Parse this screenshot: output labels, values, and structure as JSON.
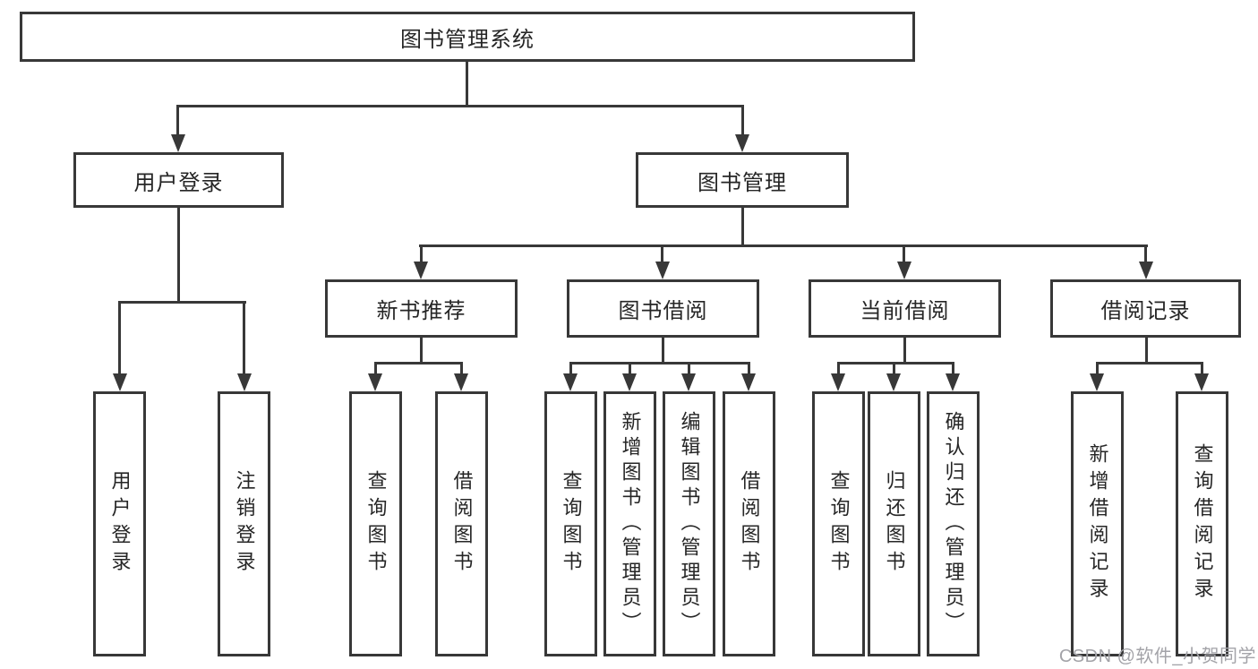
{
  "page": {
    "background": "#ffffff"
  },
  "colors": {
    "line": "#383838",
    "box_border": "#383838",
    "box_fill": "#ffffff",
    "label_text": "#262626",
    "watermark_text": "#a3a3a8"
  },
  "tree": {
    "root": {
      "label": "图书管理系统"
    },
    "level2": [
      {
        "label": "用户登录",
        "children": [
          {
            "label": "用户登录"
          },
          {
            "label": "注销登录"
          }
        ]
      },
      {
        "label": "图书管理",
        "groups": [
          {
            "label": "新书推荐",
            "children": [
              {
                "label": "查询图书"
              },
              {
                "label": "借阅图书"
              }
            ]
          },
          {
            "label": "图书借阅",
            "children": [
              {
                "label": "查询图书"
              },
              {
                "label": "新增图书（管理员）"
              },
              {
                "label": "编辑图书（管理员）"
              },
              {
                "label": "借阅图书"
              }
            ]
          },
          {
            "label": "当前借阅",
            "children": [
              {
                "label": "查询图书"
              },
              {
                "label": "归还图书"
              },
              {
                "label": "确认归还（管理员）"
              }
            ]
          },
          {
            "label": "借阅记录",
            "children": [
              {
                "label": "新增借阅记录"
              },
              {
                "label": "查询借阅记录"
              }
            ]
          }
        ]
      }
    ]
  },
  "watermark": {
    "text": "CSDN @软件_小贺同学"
  }
}
